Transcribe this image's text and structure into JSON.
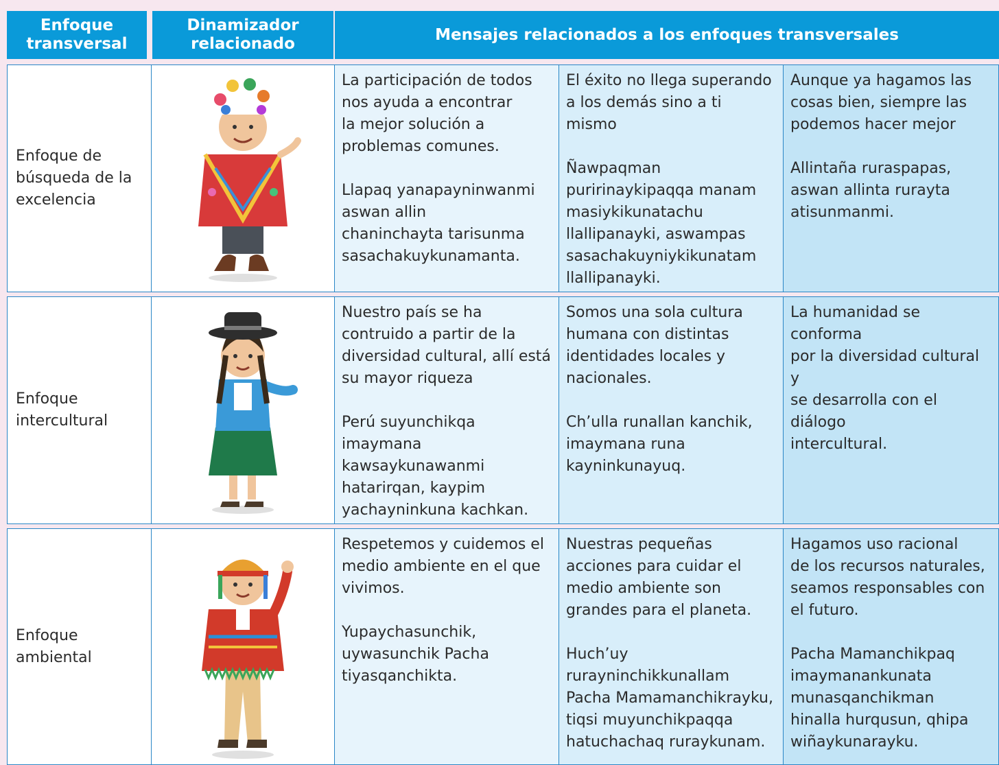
{
  "header": {
    "col1": "Enfoque\ntransversal",
    "col2": "Dinamizador\nrelacionado",
    "col3": "Mensajes relacionados a los enfoques transversales"
  },
  "rows": [
    {
      "label": "Enfoque de\nbúsqueda de la\nexcelencia",
      "figure": "elder-character-with-poncho",
      "messages": [
        "La participación de todos\nnos ayuda a encontrar\nla mejor solución a\nproblemas comunes.\n\nLlapaq yanapayninwanmi\naswan allin\nchaninchayta tarisunma\nsasachakuykunamanta.",
        "El éxito no llega superando\na los demás sino a ti\nmismo\n\nÑawpaqman\npuririnaykipaqqa manam\nmasiykikunatachu\nllallipanayki, aswampas\nsasachakuyniykikunatam\nllallipanayki.",
        "Aunque ya hagamos las\ncosas bien, siempre las\npodemos hacer mejor\n\nAllintaña ruraspapas,\naswan allinta rurayta\natisunmanmi."
      ]
    },
    {
      "label": "Enfoque\nintercultural",
      "figure": "girl-character-with-hat",
      "messages": [
        "Nuestro país se ha\ncontruido a partir de la\ndiversidad cultural, allí está\nsu mayor riqueza\n\nPerú suyunchikqa\nimaymana\nkawsaykunawanmi\nhatarirqan, kaypim\nyachayninkuna kachkan.",
        "Somos una sola cultura\nhumana con distintas\nidentidades locales y\nnacionales.\n\nCh’ulla runallan kanchik,\nimaymana runa\nkayninkunayuq.",
        "La humanidad se conforma\npor la diversidad cultural y\nse desarrolla con el diálogo\nintercultural."
      ]
    },
    {
      "label": "Enfoque\nambiental",
      "figure": "boy-character-waving",
      "messages": [
        "Respetemos y cuidemos el\nmedio ambiente en el que\nvivimos.\n\nYupaychasunchik,\nuywasunchik Pacha\ntiyasqanchikta.",
        "Nuestras pequeñas\nacciones para cuidar el\nmedio ambiente son\ngrandes para el planeta.\n\nHuch’uy\nrurayninchikkunallam\nPacha Mamamanchikrayku,\ntiqsi muyunchikpaqqa\nhatuchachaq ruraykunam.",
        "Hagamos uso racional\nde los recursos naturales,\nseamos responsables con\nel futuro.\n\nPacha Mamanchikpaq\nimaymanankunata\nmunasqanchikman\nhinalla hurqusun, qhipa\nwiñaykunarayku."
      ]
    }
  ]
}
